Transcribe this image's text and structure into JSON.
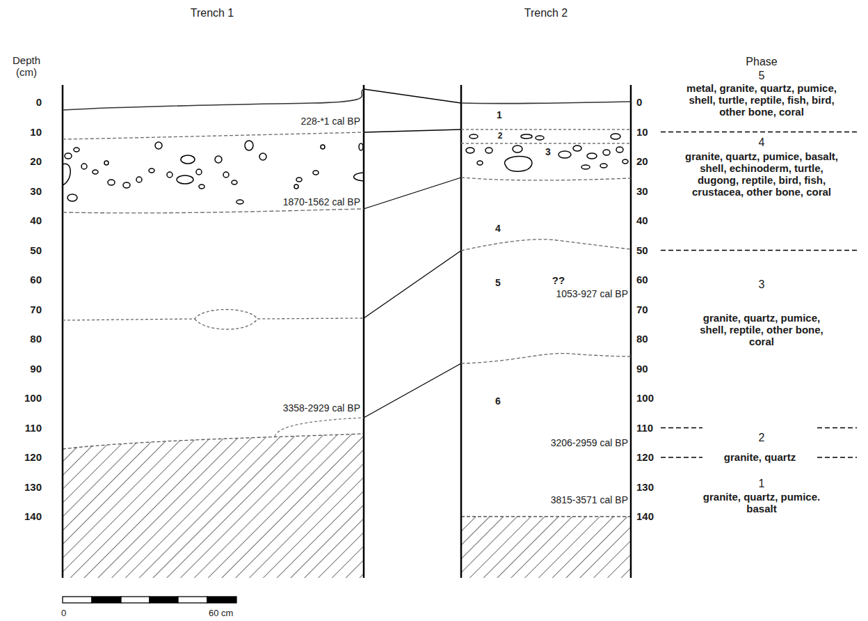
{
  "diagram": {
    "labels": [
      "Trench 1",
      "Trench 2",
      "Depth (cm)",
      "Phase",
      "0",
      "10",
      "20",
      "30",
      "40",
      "50",
      "60",
      "70",
      "80",
      "90",
      "100",
      "110",
      "120",
      "130",
      "140",
      "0",
      "10",
      "20",
      "30",
      "40",
      "50",
      "60",
      "70",
      "80",
      "90",
      "100",
      "110",
      "120",
      "130",
      "140",
      "228-*1 cal BP",
      "1870-1562 cal BP",
      "3358-2929 cal BP",
      "1",
      "2",
      "3",
      "4",
      "5",
      "6",
      "??",
      "1053-927 cal BP",
      "3206-2959 cal BP",
      "3815-3571 cal BP",
      "5",
      "metal, granite, quartz, pumice, shell, turtle, reptile, fish, bird, other bone, coral",
      "4",
      "granite, quartz, pumice, basalt, shell, echinoderm, turtle, dugong, reptile, bird, fish, crustacea, other bone, coral",
      "3",
      "granite, quartz, pumice, shell, reptile, other bone, coral",
      "2",
      "granite, quartz",
      "1",
      "granite, quartz, pumice. basalt",
      "0",
      "60 cm"
    ]
  }
}
